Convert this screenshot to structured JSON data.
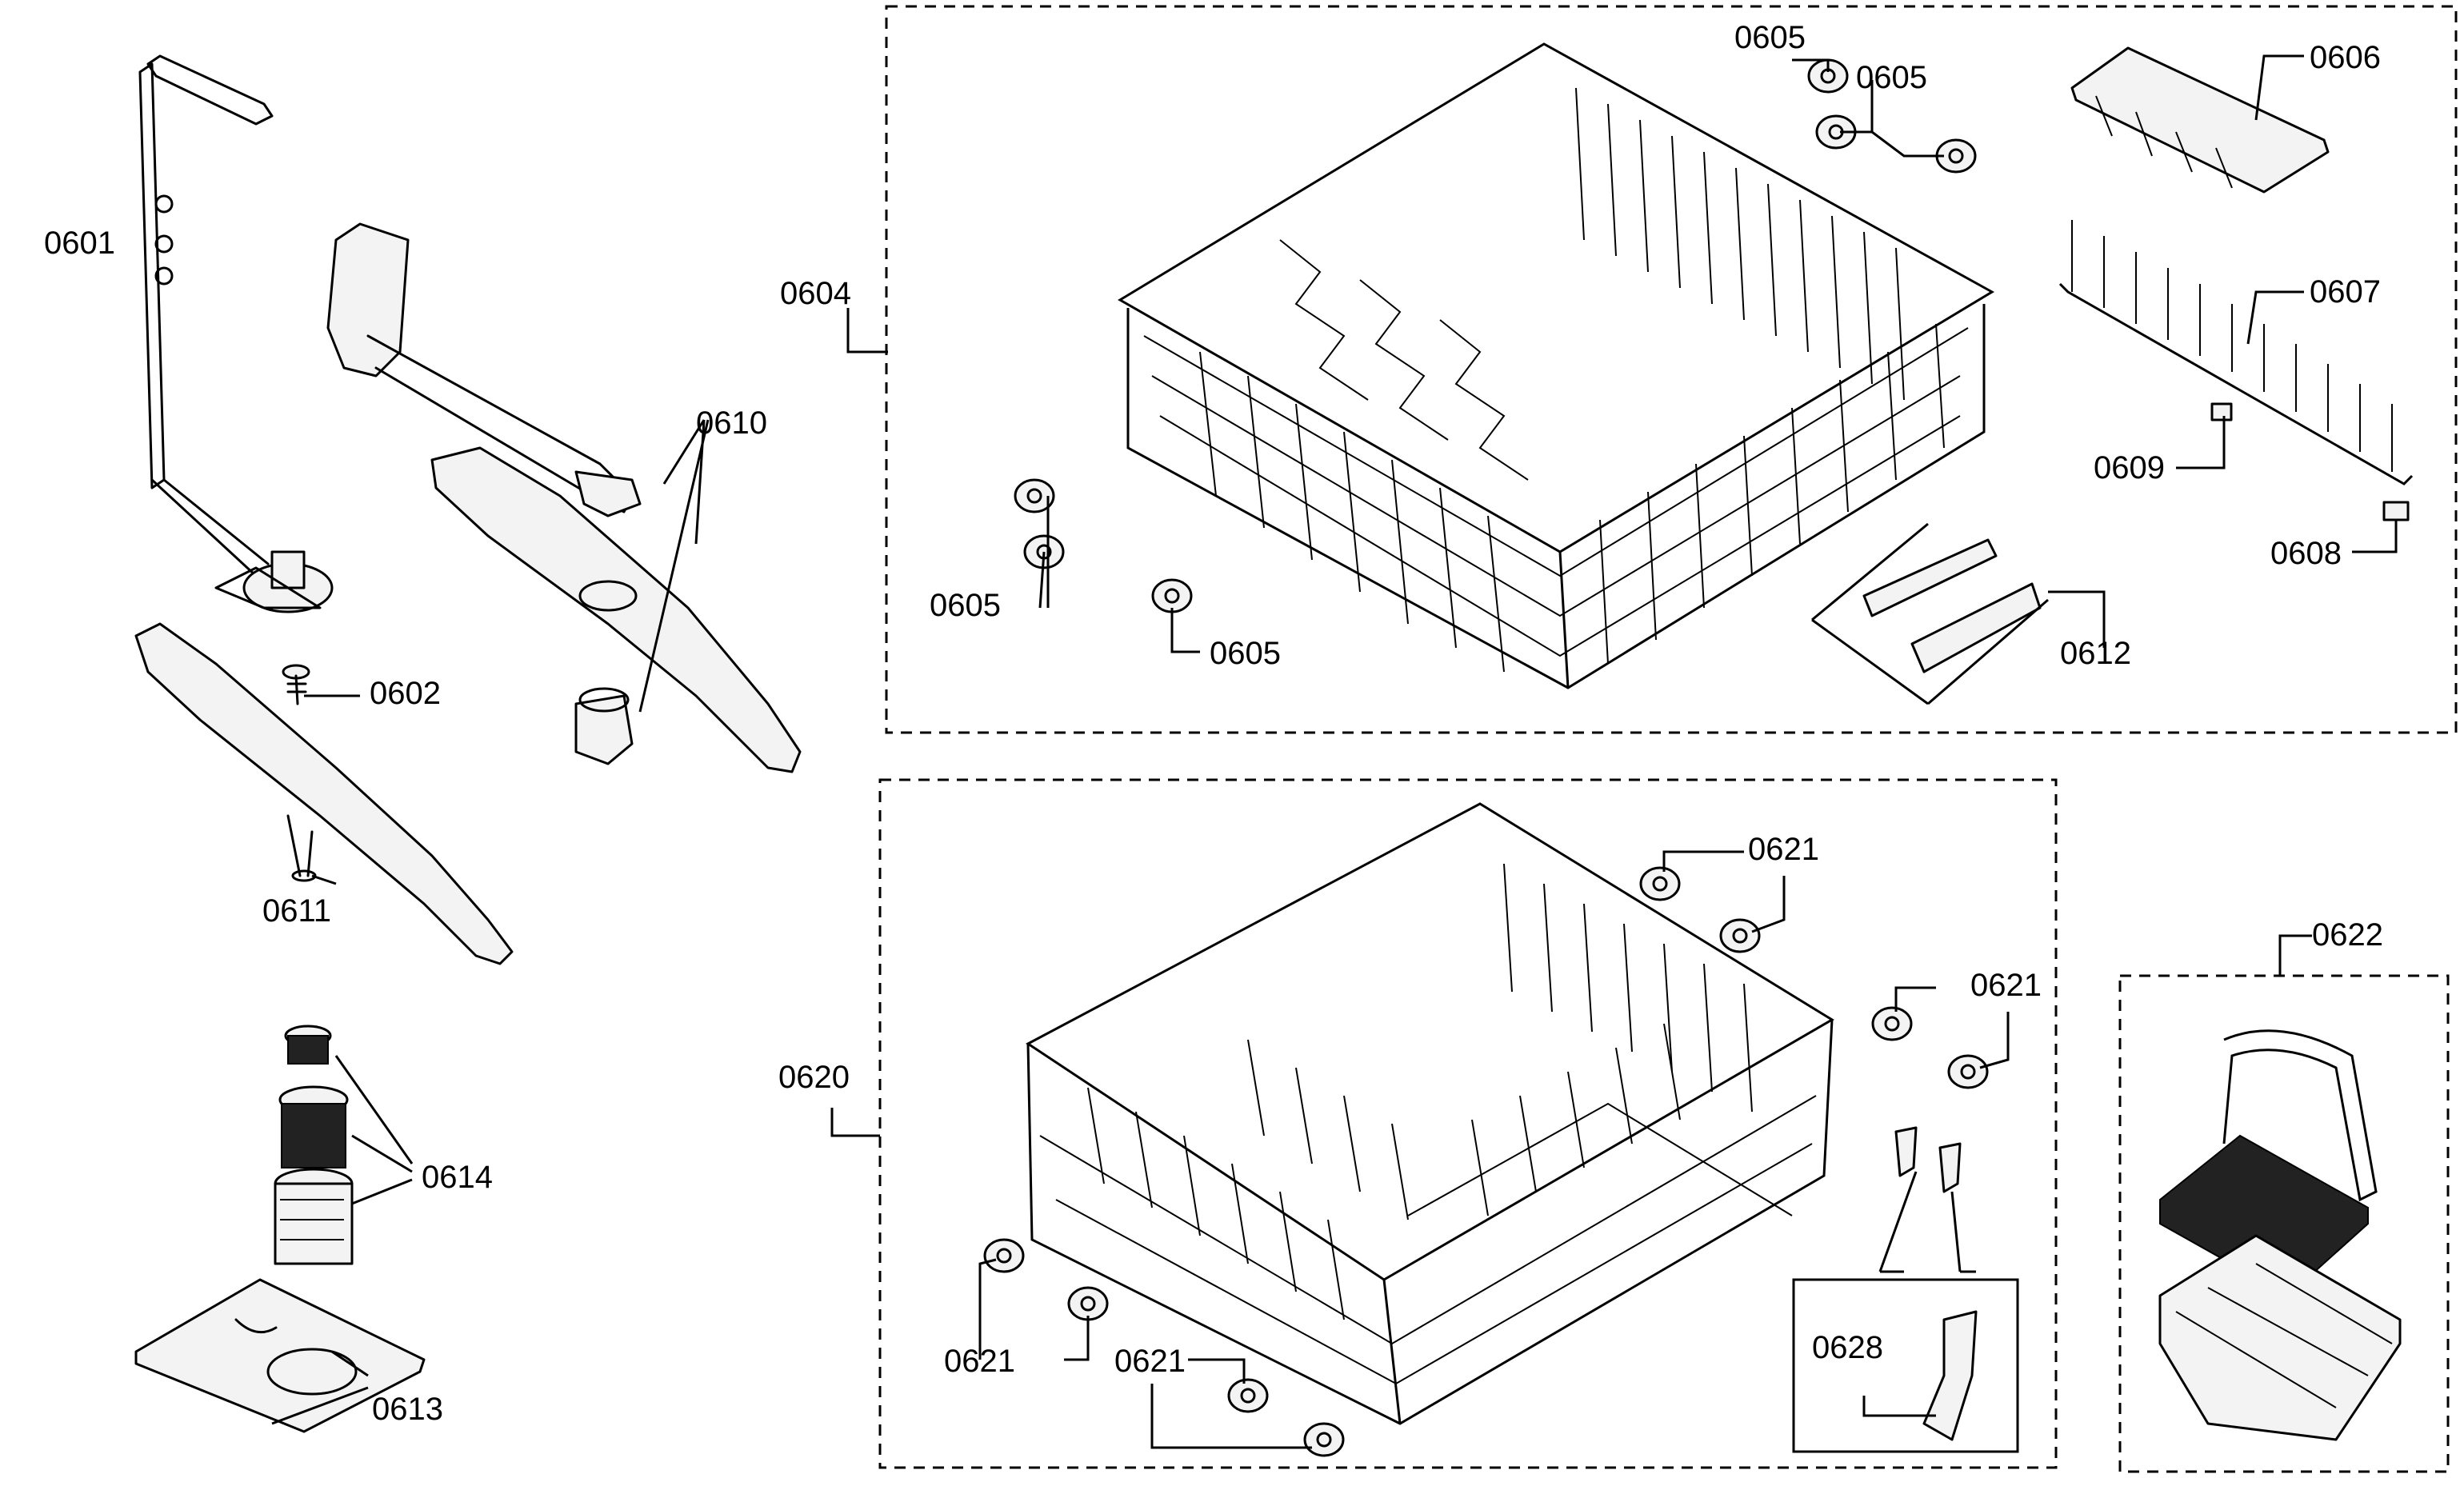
{
  "diagram": {
    "labels": {
      "p0601": "0601",
      "p0602": "0602",
      "p0604": "0604",
      "p0605a": "0605",
      "p0605b": "0605",
      "p0605c": "0605",
      "p0605d": "0605",
      "p0606": "0606",
      "p0607": "0607",
      "p0608": "0608",
      "p0609": "0609",
      "p0610": "0610",
      "p0611": "0611",
      "p0612": "0612",
      "p0613": "0613",
      "p0614": "0614",
      "p0620": "0620",
      "p0621a": "0621",
      "p0621b": "0621",
      "p0621c": "0621",
      "p0621d": "0621",
      "p0622": "0622",
      "p0628": "0628"
    }
  }
}
